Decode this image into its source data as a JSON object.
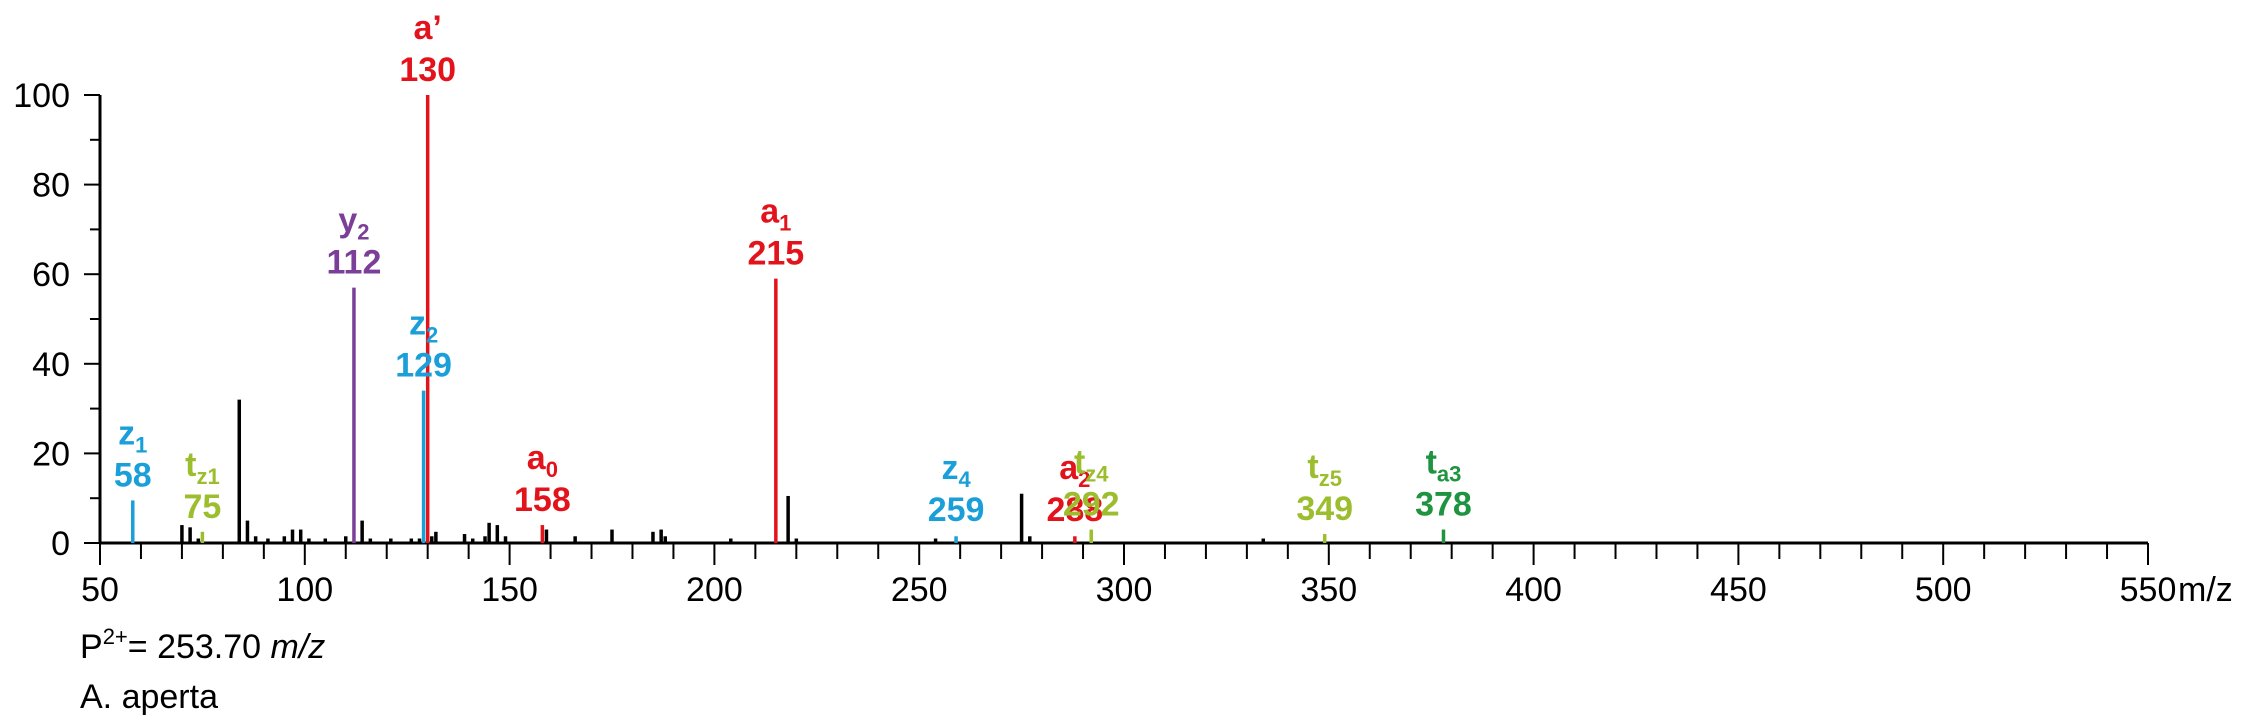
{
  "chart_data": {
    "type": "bar",
    "xlim": [
      50,
      550
    ],
    "ylim": [
      0,
      100
    ],
    "x_ticks": [
      50,
      100,
      150,
      200,
      250,
      300,
      350,
      400,
      450,
      500,
      550
    ],
    "y_ticks": [
      0,
      20,
      40,
      60,
      80,
      100
    ],
    "x_unit": "m/z",
    "annotated_peaks": [
      {
        "mz": 58,
        "intensity": 9.5,
        "letter": "z",
        "sub": "1",
        "value": "58",
        "color": "#1a9fd9"
      },
      {
        "mz": 75,
        "intensity": 2.5,
        "letter": "t",
        "sub": "z1",
        "value": "75",
        "color": "#9cbe2e"
      },
      {
        "mz": 112,
        "intensity": 57,
        "letter": "y",
        "sub": "2",
        "value": "112",
        "color": "#7b3f98"
      },
      {
        "mz": 129,
        "intensity": 34,
        "letter": "z",
        "sub": "2",
        "value": "129",
        "color": "#1a9fd9"
      },
      {
        "mz": 130,
        "intensity": 100,
        "letter": "a’",
        "sub": "",
        "value": "130",
        "color": "#e3131b"
      },
      {
        "mz": 158,
        "intensity": 4,
        "letter": "a",
        "sub": "0",
        "value": "158",
        "color": "#e3131b"
      },
      {
        "mz": 215,
        "intensity": 59,
        "letter": "a",
        "sub": "1",
        "value": "215",
        "color": "#e3131b"
      },
      {
        "mz": 259,
        "intensity": 1.5,
        "letter": "z",
        "sub": "4",
        "value": "259",
        "color": "#1a9fd9"
      },
      {
        "mz": 288,
        "intensity": 1.5,
        "letter": "a",
        "sub": "2",
        "value": "288",
        "color": "#e3131b"
      },
      {
        "mz": 292,
        "intensity": 3,
        "letter": "t",
        "sub": "z4",
        "value": "292",
        "color": "#9cbe2e"
      },
      {
        "mz": 349,
        "intensity": 2,
        "letter": "t",
        "sub": "z5",
        "value": "349",
        "color": "#9cbe2e"
      },
      {
        "mz": 378,
        "intensity": 3,
        "letter": "t",
        "sub": "a3",
        "value": "378",
        "color": "#1e9440"
      }
    ],
    "unlabeled_peaks": [
      [
        70,
        4
      ],
      [
        72,
        3.5
      ],
      [
        74,
        1
      ],
      [
        84,
        32
      ],
      [
        86,
        5
      ],
      [
        88,
        1.5
      ],
      [
        91,
        1
      ],
      [
        95,
        1.5
      ],
      [
        97,
        3
      ],
      [
        99,
        3
      ],
      [
        101,
        1
      ],
      [
        105,
        1
      ],
      [
        110,
        1.5
      ],
      [
        114,
        5
      ],
      [
        116,
        1
      ],
      [
        121,
        1
      ],
      [
        126,
        1
      ],
      [
        128,
        1
      ],
      [
        131,
        1.5
      ],
      [
        132,
        2.5
      ],
      [
        139,
        2
      ],
      [
        141,
        1
      ],
      [
        144,
        1.5
      ],
      [
        145,
        4.5
      ],
      [
        147,
        4
      ],
      [
        149,
        1.5
      ],
      [
        159,
        3
      ],
      [
        166,
        1.5
      ],
      [
        175,
        3
      ],
      [
        185,
        2.5
      ],
      [
        187,
        3
      ],
      [
        188,
        1.5
      ],
      [
        204,
        1
      ],
      [
        218,
        10.5
      ],
      [
        220,
        1
      ],
      [
        254,
        1
      ],
      [
        275,
        11
      ],
      [
        277,
        1.5
      ],
      [
        334,
        1
      ]
    ]
  },
  "notes": {
    "precursor_prefix": "P",
    "precursor_charge": "2+",
    "precursor_value": "= 253.70 ",
    "precursor_unit": "m/z",
    "species": "A. aperta"
  },
  "colors": {
    "axis": "#000000",
    "unlabeled_peak": "#000000"
  }
}
